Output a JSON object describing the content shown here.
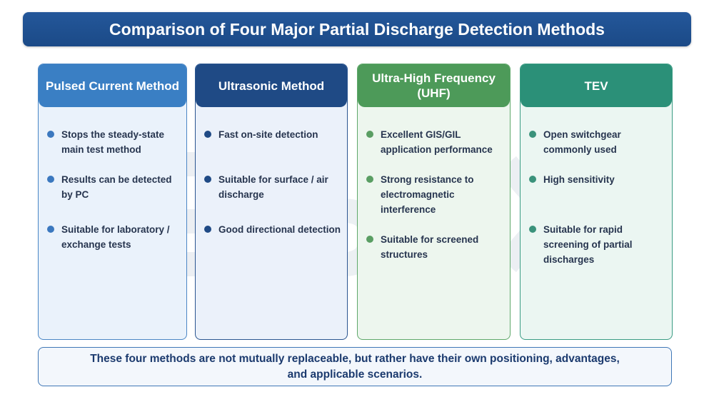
{
  "title": "Comparison of Four Major Partial Discharge Detection Methods",
  "methods": [
    {
      "header": "Pulsed Current Method",
      "header_color": "#3a7fc4",
      "border_color": "#4a86c5",
      "body_color": "#eaf2fb",
      "dot_color": "#3b78bf",
      "items": [
        "Stops the steady-state main test method",
        "Results can be detected by PC",
        "Suitable for laboratory / exchange tests"
      ]
    },
    {
      "header": "Ultrasonic Method",
      "header_color": "#1f4a85",
      "border_color": "#2a5590",
      "body_color": "#ebf1fa",
      "dot_color": "#1f4a85",
      "items": [
        "Fast on-site detection",
        "Suitable for surface / air discharge",
        "Good directional detection"
      ]
    },
    {
      "header": "Ultra-High Frequency (UHF)",
      "header_color": "#4d9a59",
      "border_color": "#5fa86a",
      "body_color": "#edf6ee",
      "dot_color": "#5a9e63",
      "items": [
        "Excellent GIS/GIL application performance",
        "Strong resistance to electromagnetic interference",
        "Suitable for screened structures"
      ]
    },
    {
      "header": "TEV",
      "header_color": "#2b9078",
      "border_color": "#3a9c83",
      "body_color": "#ebf6f2",
      "dot_color": "#3a927b",
      "items": [
        "Open switchgear commonly used",
        "High sensitivity",
        "Suitable for rapid screening of partial discharges"
      ]
    }
  ],
  "footer": "These four methods are not mutually replaceable, but rather have their own positioning, advantages, and applicable scenarios."
}
